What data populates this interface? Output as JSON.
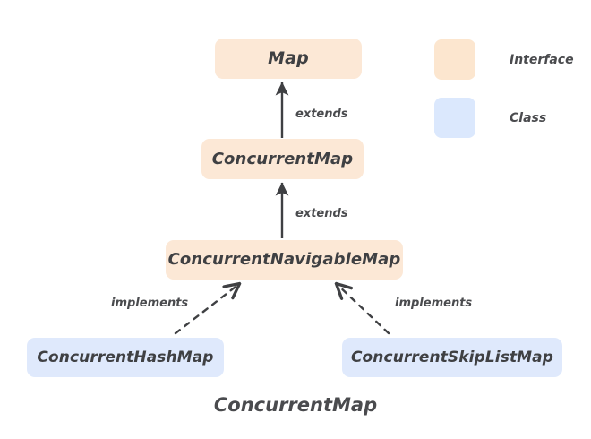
{
  "diagram": {
    "caption": "ConcurrentMap",
    "colors": {
      "interface_fill": "#fce8d6",
      "class_fill": "#dfe9fc",
      "legend_interface_fill": "#fce6cf",
      "legend_class_fill": "#dbe8fd",
      "edge_stroke": "#3f4043",
      "text": "#4a4b4e",
      "background": "#ffffff"
    },
    "nodes": [
      {
        "id": "map",
        "label": "Map",
        "kind": "interface"
      },
      {
        "id": "concurrentmap",
        "label": "ConcurrentMap",
        "kind": "interface"
      },
      {
        "id": "navigablemap",
        "label": "ConcurrentNavigableMap",
        "kind": "interface"
      },
      {
        "id": "hashmap",
        "label": "ConcurrentHashMap",
        "kind": "class"
      },
      {
        "id": "skiplistmap",
        "label": "ConcurrentSkipListMap",
        "kind": "class"
      }
    ],
    "edges": [
      {
        "id": "e1",
        "from": "concurrentmap",
        "to": "map",
        "label": "extends",
        "style": "solid"
      },
      {
        "id": "e2",
        "from": "navigablemap",
        "to": "concurrentmap",
        "label": "extends",
        "style": "solid"
      },
      {
        "id": "e3",
        "from": "hashmap",
        "to": "navigablemap",
        "label": "implements",
        "style": "dashed"
      },
      {
        "id": "e4",
        "from": "skiplistmap",
        "to": "navigablemap",
        "label": "implements",
        "style": "dashed"
      }
    ],
    "legend": {
      "items": [
        {
          "id": "interface",
          "label": "Interface",
          "swatch": "#fce6cf"
        },
        {
          "id": "class",
          "label": "Class",
          "swatch": "#dbe8fd"
        }
      ]
    }
  }
}
